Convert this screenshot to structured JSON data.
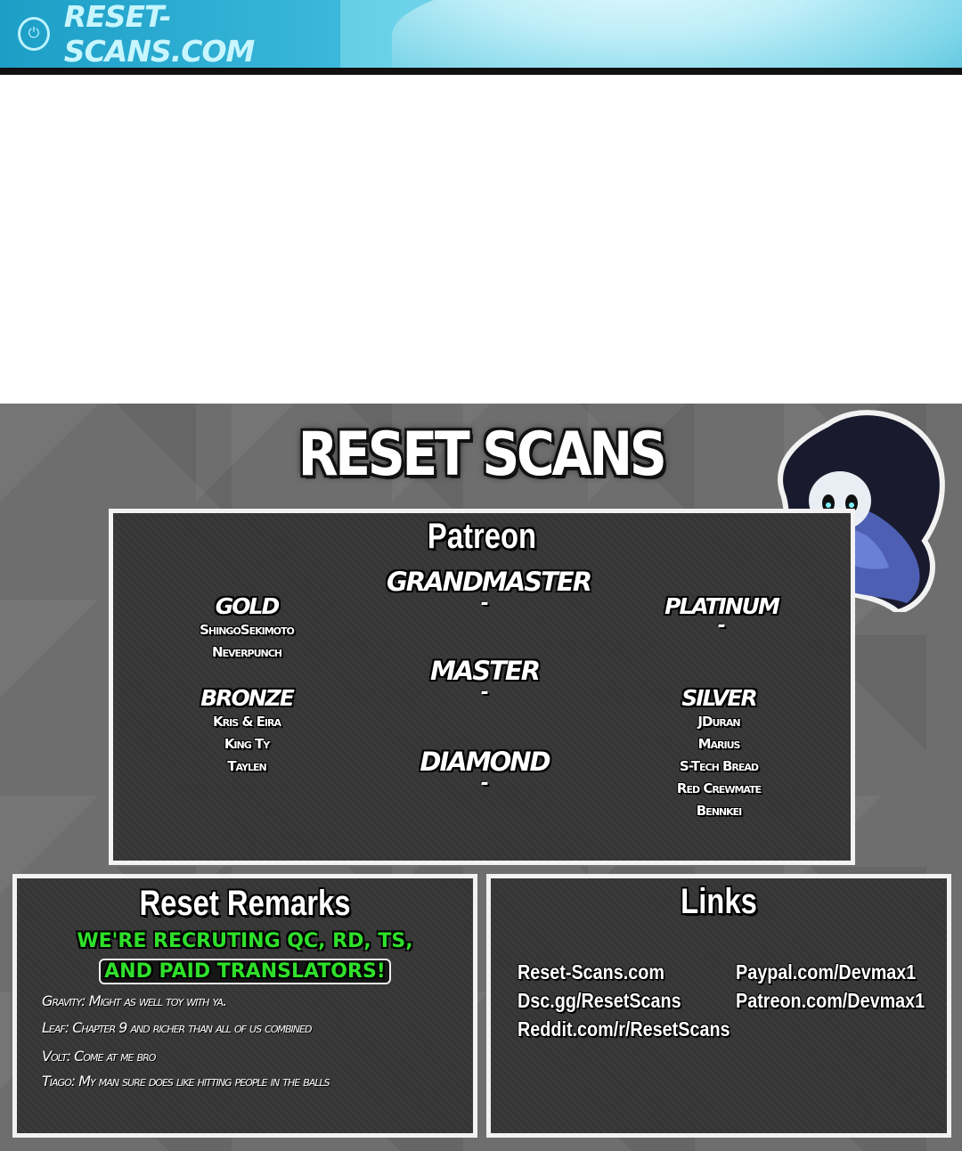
{
  "banner": {
    "watermark_text": "RESET-SCANS.COM",
    "watermark_icon": "power-icon"
  },
  "credits": {
    "title": "RESET SCANS",
    "patreon": {
      "heading": "Patreon",
      "tiers": {
        "grandmaster": {
          "name": "GRANDMASTER",
          "members": [
            "-"
          ]
        },
        "master": {
          "name": "MASTER",
          "members": [
            "-"
          ]
        },
        "diamond": {
          "name": "DIAMOND",
          "members": [
            "-"
          ]
        },
        "platinum": {
          "name": "PLATINUM",
          "members": [
            "-"
          ]
        },
        "gold": {
          "name": "GOLD",
          "members": [
            "ShingoSekimoto",
            "Neverpunch"
          ]
        },
        "bronze": {
          "name": "BRONZE",
          "members": [
            "Kris & Eira",
            "King Ty",
            "Taylen"
          ]
        },
        "silver": {
          "name": "SILVER",
          "members": [
            "JDuran",
            "Marius",
            "S-Tech Bread",
            "Red Crewmate",
            "Bennkei"
          ]
        }
      }
    },
    "remarks": {
      "heading": "Reset Remarks",
      "recruit_line1": "WE'RE RECRUTING QC, RD, TS,",
      "recruit_line2": "AND PAID TRANSLATORS!",
      "lines": [
        "Gravity: Might as well toy with ya.",
        "Leaf: Chapter 9 and richer than all of us combined",
        "Volt: Come at me bro",
        "Tiago: My man sure does like hitting people in the balls"
      ]
    },
    "links": {
      "heading": "Links",
      "left": [
        "Reset-Scans.com",
        "Dsc.gg/ResetScans",
        "Reddit.com/r/ResetScans"
      ],
      "right": [
        "Paypal.com/Devmax1",
        "Patreon.com/Devmax1"
      ]
    }
  },
  "colors": {
    "banner": "#3fb4d4",
    "panel_bg": "#353535",
    "panel_border": "#f2f2f2",
    "recruit_green": "#2fe02a",
    "backdrop": "#6e6e6e"
  }
}
